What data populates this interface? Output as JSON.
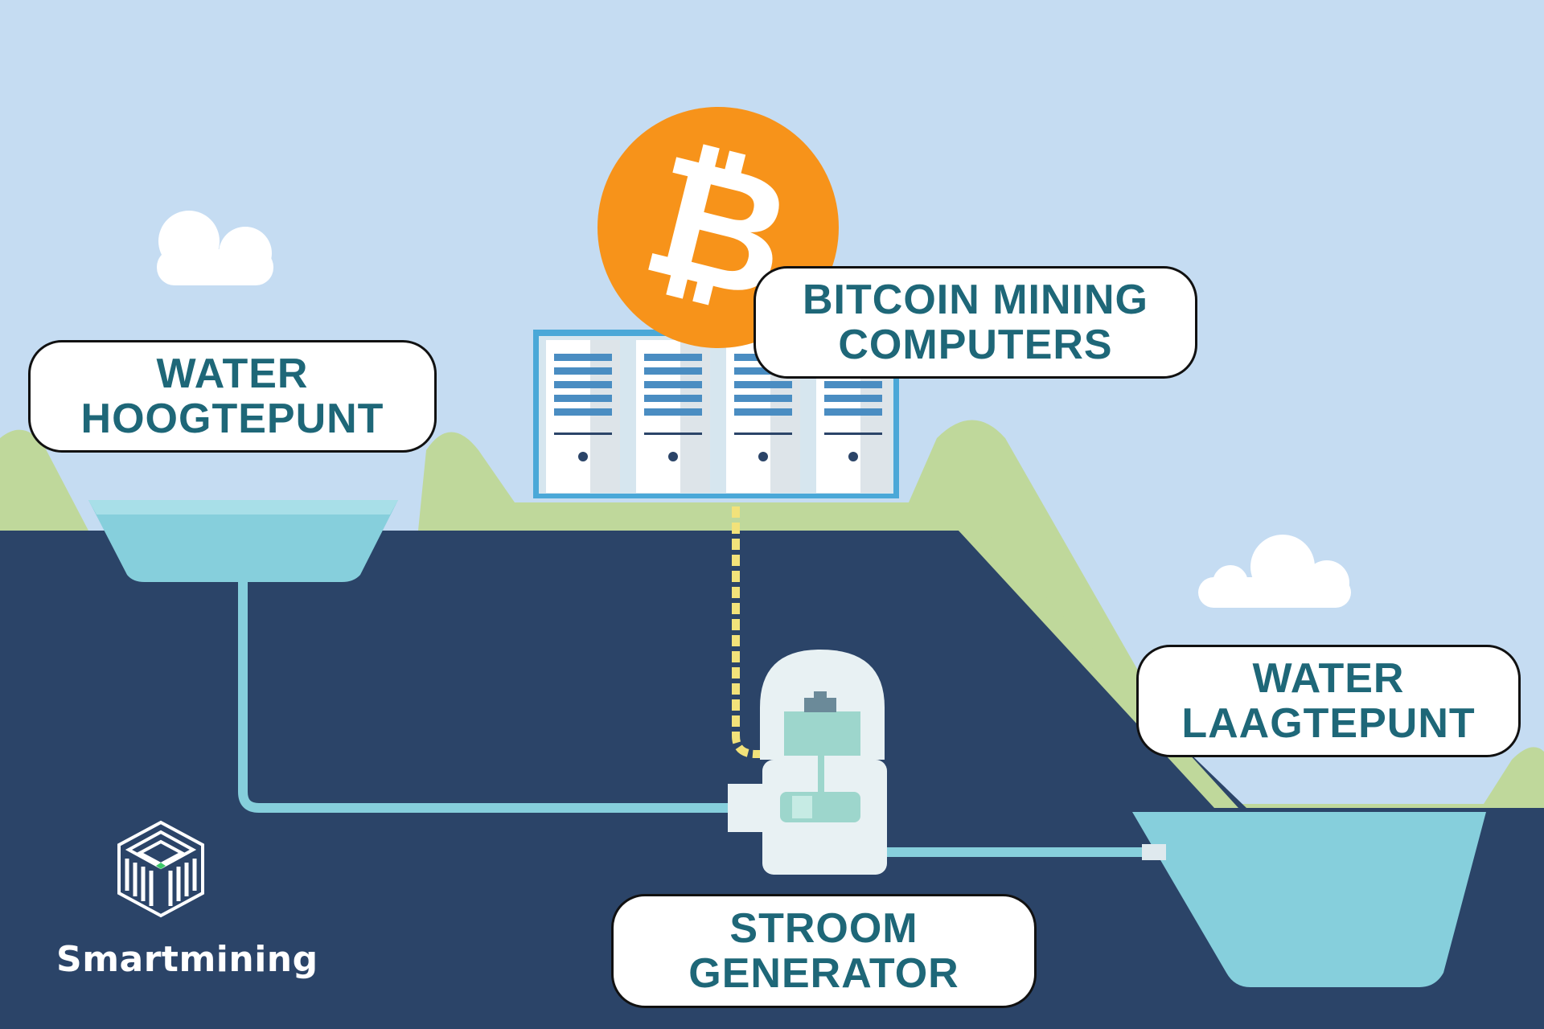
{
  "labels": {
    "water_high": [
      "WATER",
      "HOOGTEPUNT"
    ],
    "mining": [
      "BITCOIN MINING",
      "COMPUTERS"
    ],
    "water_low": [
      "WATER",
      "LAAGTEPUNT"
    ],
    "generator": [
      "STROOM",
      "GENERATOR"
    ]
  },
  "brand": {
    "name": "Smartmining"
  },
  "bitcoin_symbol": "₿",
  "colors": {
    "sky": "#c5dcf2",
    "ground": "#2b4468",
    "hills": "#bfd89b",
    "water": "#86cfdc",
    "bitcoin": "#f7931a",
    "label_text": "#1e6778",
    "cable": "#f2e27a"
  }
}
